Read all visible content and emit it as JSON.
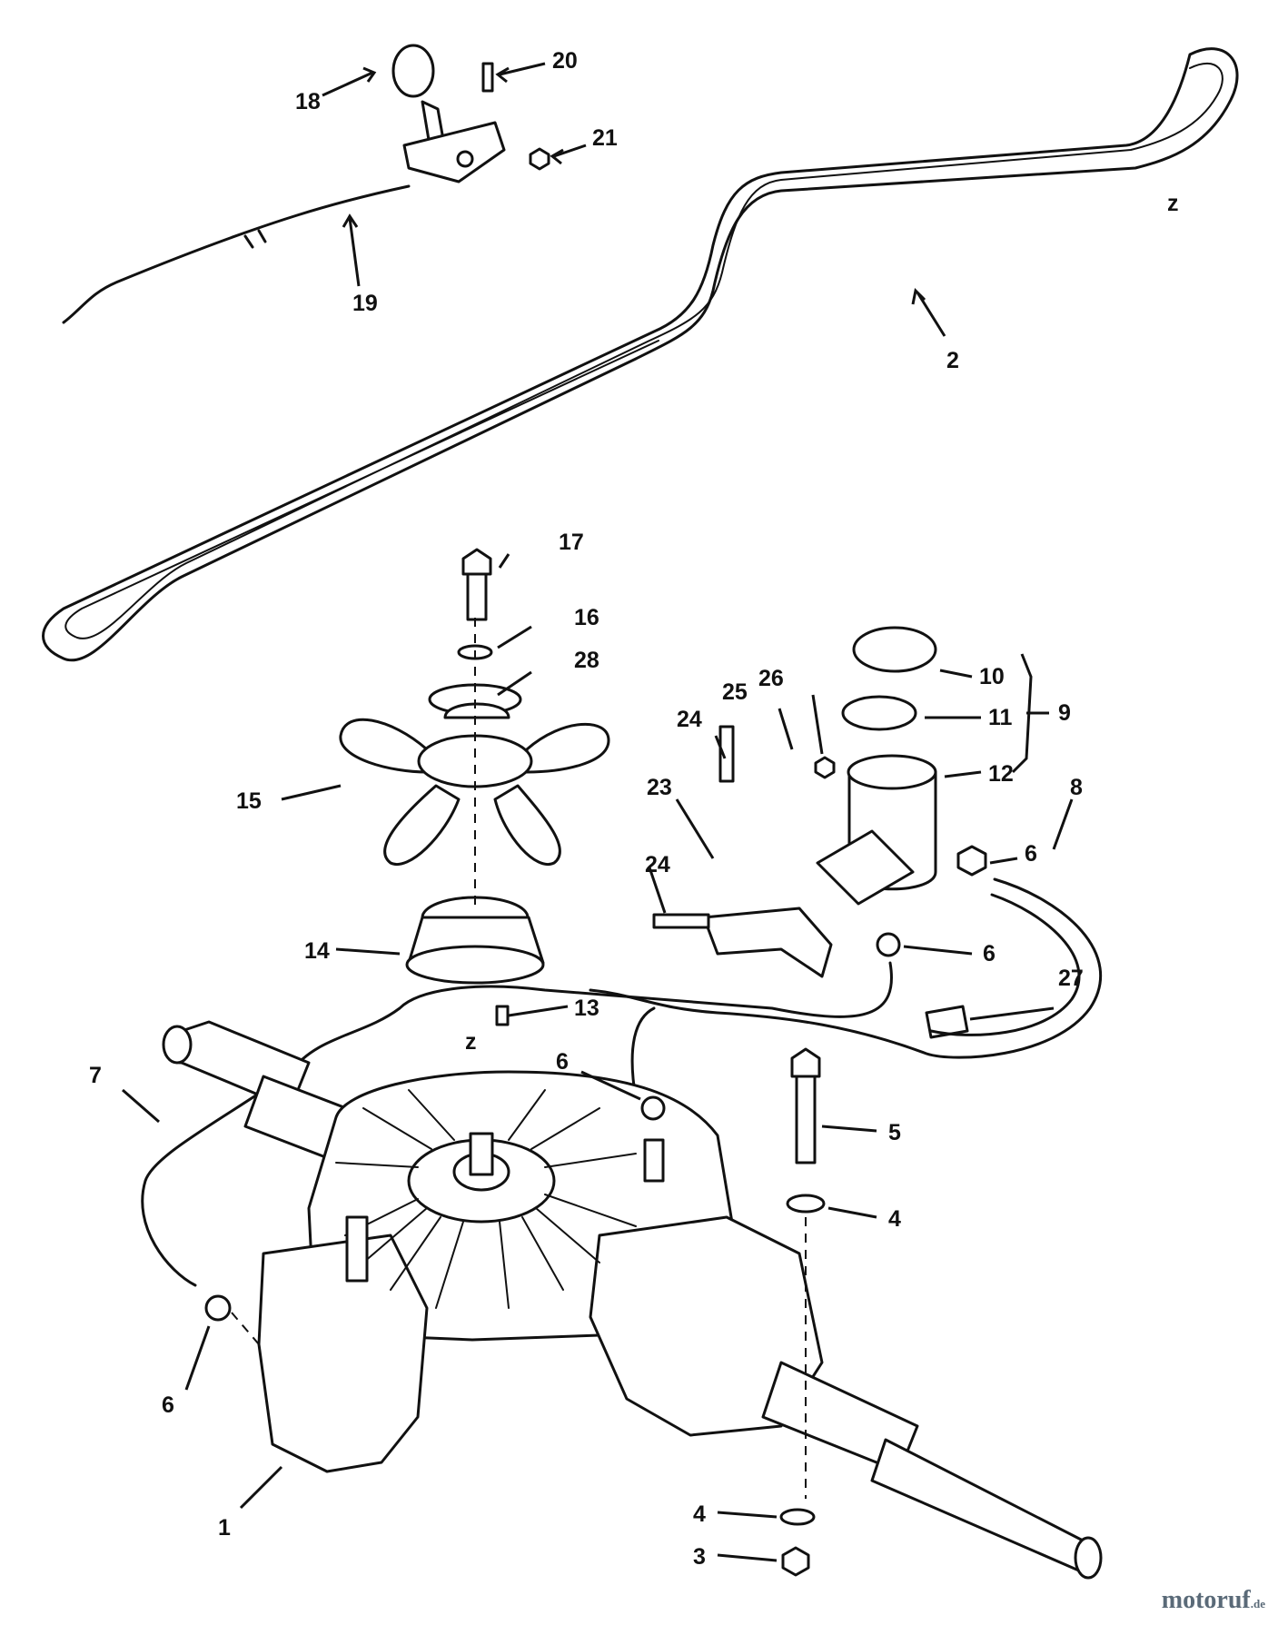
{
  "diagram": {
    "callouts": [
      {
        "id": "c18",
        "label": "18"
      },
      {
        "id": "c20",
        "label": "20"
      },
      {
        "id": "c21",
        "label": "21"
      },
      {
        "id": "c19",
        "label": "19"
      },
      {
        "id": "cz1",
        "label": "z"
      },
      {
        "id": "c2",
        "label": "2"
      },
      {
        "id": "c17",
        "label": "17"
      },
      {
        "id": "c16",
        "label": "16"
      },
      {
        "id": "c28",
        "label": "28"
      },
      {
        "id": "c10",
        "label": "10"
      },
      {
        "id": "c9",
        "label": "9"
      },
      {
        "id": "c11",
        "label": "11"
      },
      {
        "id": "c26",
        "label": "26"
      },
      {
        "id": "c25",
        "label": "25"
      },
      {
        "id": "c24a",
        "label": "24"
      },
      {
        "id": "c12",
        "label": "12"
      },
      {
        "id": "c15",
        "label": "15"
      },
      {
        "id": "c23",
        "label": "23"
      },
      {
        "id": "c6a",
        "label": "6"
      },
      {
        "id": "c8",
        "label": "8"
      },
      {
        "id": "c24b",
        "label": "24"
      },
      {
        "id": "c14",
        "label": "14"
      },
      {
        "id": "c6b",
        "label": "6"
      },
      {
        "id": "c27",
        "label": "27"
      },
      {
        "id": "c13",
        "label": "13"
      },
      {
        "id": "cz2",
        "label": "z"
      },
      {
        "id": "c7",
        "label": "7"
      },
      {
        "id": "c6c",
        "label": "6"
      },
      {
        "id": "c5",
        "label": "5"
      },
      {
        "id": "c4a",
        "label": "4"
      },
      {
        "id": "c6d",
        "label": "6"
      },
      {
        "id": "c1",
        "label": "1"
      },
      {
        "id": "c4b",
        "label": "4"
      },
      {
        "id": "c3",
        "label": "3"
      }
    ]
  },
  "watermark": {
    "name": "motoruf",
    "tld": ".de",
    "color": "#5a6a78"
  }
}
